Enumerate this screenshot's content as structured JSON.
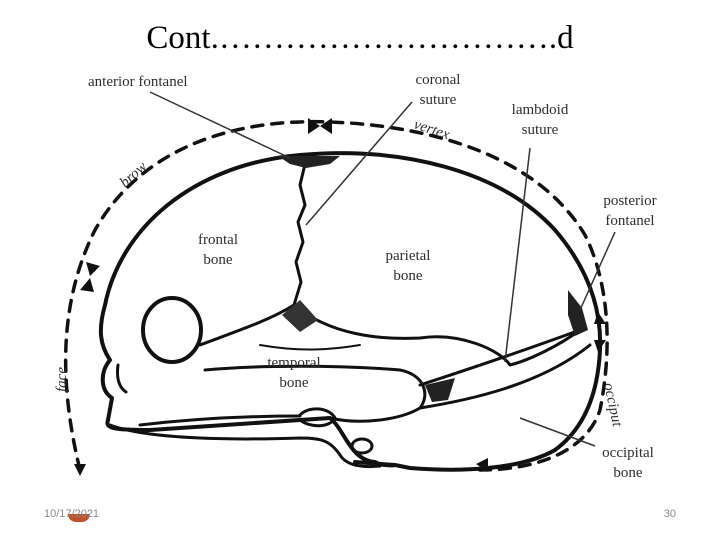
{
  "slide": {
    "title": "Cont.………………………….d",
    "footer_date": "10/17/2021",
    "page_number": "30"
  },
  "diagram": {
    "labels": {
      "anterior_fontanel": "anterior fontanel",
      "coronal_suture": [
        "coronal",
        "suture"
      ],
      "lambdoid_suture": [
        "lambdoid",
        "suture"
      ],
      "vertex": "vertex",
      "brow": "brow",
      "posterior_fontanel": [
        "posterior",
        "fontanel"
      ],
      "frontal_bone": [
        "frontal",
        "bone"
      ],
      "parietal_bone": [
        "parietal",
        "bone"
      ],
      "temporal_bone": [
        "temporal",
        "bone"
      ],
      "face": "face",
      "occiput": "occiput",
      "occipital_bone": [
        "occipital",
        "bone"
      ]
    }
  }
}
